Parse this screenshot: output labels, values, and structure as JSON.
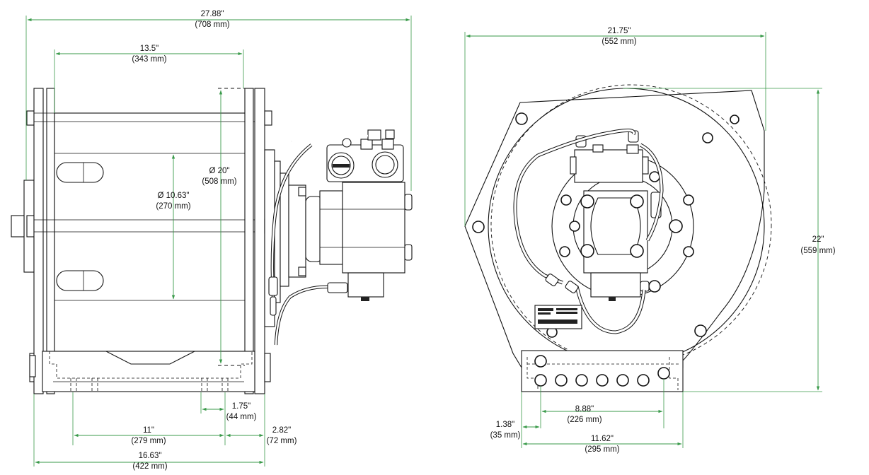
{
  "side_view": {
    "dims": {
      "overall_width": {
        "in": "27.88\"",
        "mm": "(708 mm)"
      },
      "drum_length": {
        "in": "13.5\"",
        "mm": "(343 mm)"
      },
      "flange_dia": {
        "in": "Ø 20\"",
        "mm": "(508 mm)"
      },
      "drum_dia": {
        "in": "Ø 10.63\"",
        "mm": "(270 mm)"
      },
      "slot_offset": {
        "in": "1.75\"",
        "mm": "(44 mm)"
      },
      "bolt_spacing": {
        "in": "11\"",
        "mm": "(279 mm)"
      },
      "end_offset": {
        "in": "2.82\"",
        "mm": "(72 mm)"
      },
      "base_length": {
        "in": "16.63\"",
        "mm": "(422 mm)"
      }
    }
  },
  "front_view": {
    "dims": {
      "overall_width": {
        "in": "21.75\"",
        "mm": "(552 mm)"
      },
      "overall_height": {
        "in": "22\"",
        "mm": "(559 mm)"
      },
      "hole_spacing": {
        "in": "8.88\"",
        "mm": "(226 mm)"
      },
      "edge_offset": {
        "in": "1.38\"",
        "mm": "(35 mm)"
      },
      "base_width": {
        "in": "11.62\"",
        "mm": "(295 mm)"
      }
    }
  },
  "colors": {
    "dimension_line": "#3a9a4a",
    "outline": "#111111"
  }
}
